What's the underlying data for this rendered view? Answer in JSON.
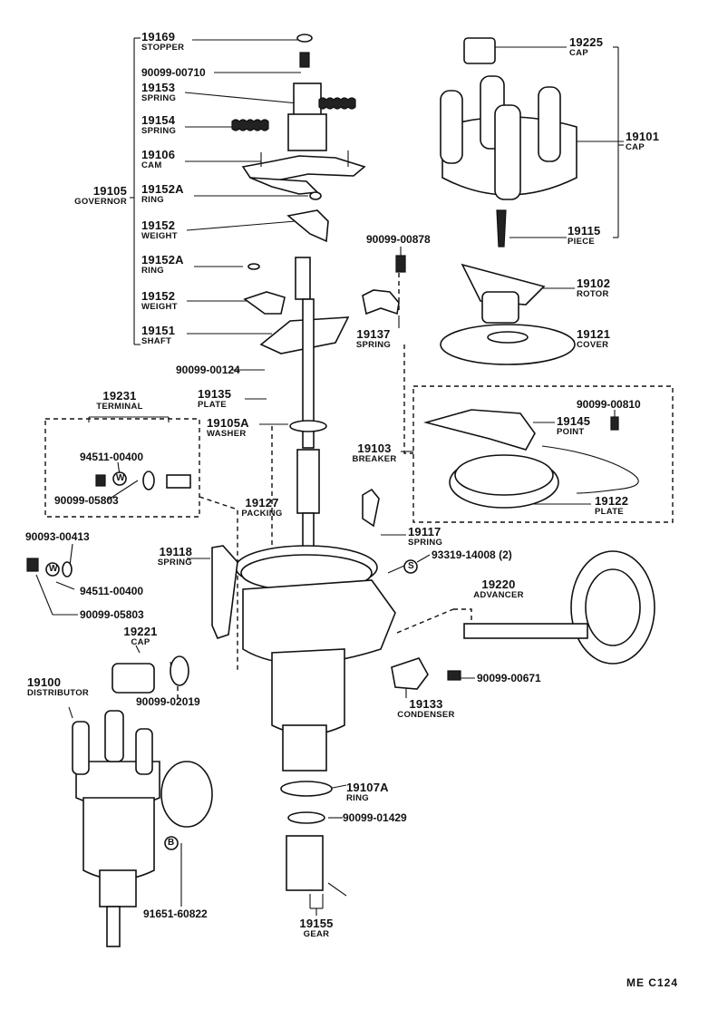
{
  "footer_code": "ME  C124",
  "letters": {
    "w": "W",
    "s": "S",
    "b": "B"
  },
  "parts": {
    "p19169": {
      "number": "19169",
      "name": "STOPPER"
    },
    "p90099_00710": {
      "number": "90099-00710"
    },
    "p19153": {
      "number": "19153",
      "name": "SPRING"
    },
    "p19154": {
      "number": "19154",
      "name": "SPRING"
    },
    "p19106": {
      "number": "19106",
      "name": "CAM"
    },
    "p19105": {
      "number": "19105",
      "name": "GOVERNOR"
    },
    "p19152A_1": {
      "number": "19152A",
      "name": "RING"
    },
    "p19152_1": {
      "number": "19152",
      "name": "WEIGHT"
    },
    "p19152A_2": {
      "number": "19152A",
      "name": "RING"
    },
    "p19152_2": {
      "number": "19152",
      "name": "WEIGHT"
    },
    "p19151": {
      "number": "19151",
      "name": "SHAFT"
    },
    "p90099_00124": {
      "number": "90099-00124"
    },
    "p19135": {
      "number": "19135",
      "name": "PLATE"
    },
    "p19105A": {
      "number": "19105A",
      "name": "WASHER"
    },
    "p19231": {
      "number": "19231",
      "name": "TERMINAL"
    },
    "p94511_00400_a": {
      "number": "94511-00400"
    },
    "p90099_05803_a": {
      "number": "90099-05803"
    },
    "p90093_00413": {
      "number": "90093-00413"
    },
    "p94511_00400_b": {
      "number": "94511-00400"
    },
    "p90099_05803_b": {
      "number": "90099-05803"
    },
    "p19221": {
      "number": "19221",
      "name": "CAP"
    },
    "p90099_02019": {
      "number": "90099-02019"
    },
    "p19100": {
      "number": "19100",
      "name": "DISTRIBUTOR"
    },
    "p91651_60822": {
      "number": "91651-60822"
    },
    "p19127": {
      "number": "19127",
      "name": "PACKING"
    },
    "p19118": {
      "number": "19118",
      "name": "SPRING"
    },
    "p19225": {
      "number": "19225",
      "name": "CAP"
    },
    "p19101": {
      "number": "19101",
      "name": "CAP"
    },
    "p19115": {
      "number": "19115",
      "name": "PIECE"
    },
    "p90099_00878": {
      "number": "90099-00878"
    },
    "p19102": {
      "number": "19102",
      "name": "ROTOR"
    },
    "p19137": {
      "number": "19137",
      "name": "SPRING"
    },
    "p19121": {
      "number": "19121",
      "name": "COVER"
    },
    "p90099_00810": {
      "number": "90099-00810"
    },
    "p19145": {
      "number": "19145",
      "name": "POINT"
    },
    "p19103": {
      "number": "19103",
      "name": "BREAKER"
    },
    "p19122": {
      "number": "19122",
      "name": "PLATE"
    },
    "p19117": {
      "number": "19117",
      "name": "SPRING"
    },
    "p93319_14008": {
      "number": "93319-14008 (2)"
    },
    "p19220": {
      "number": "19220",
      "name": "ADVANCER"
    },
    "p90099_00671": {
      "number": "90099-00671"
    },
    "p19133": {
      "number": "19133",
      "name": "CONDENSER"
    },
    "p19107A": {
      "number": "19107A",
      "name": "RING"
    },
    "p90099_01429": {
      "number": "90099-01429"
    },
    "p19155": {
      "number": "19155",
      "name": "GEAR"
    }
  }
}
